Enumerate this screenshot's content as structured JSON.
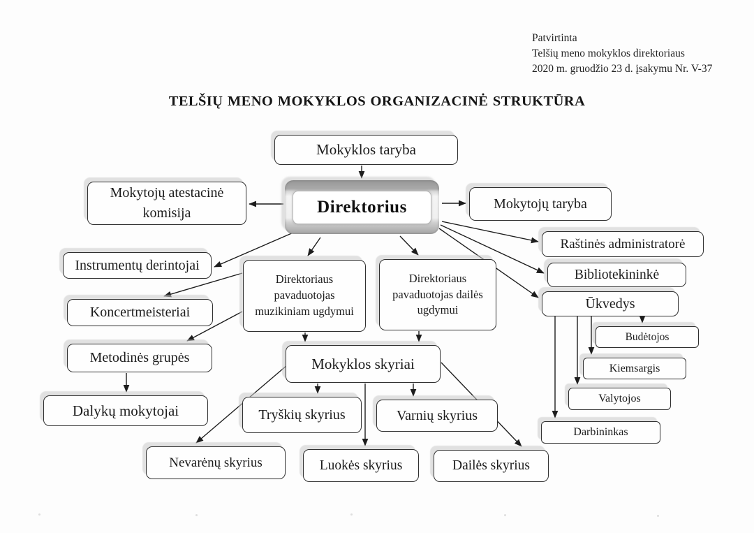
{
  "approval": {
    "line1": "Patvirtinta",
    "line2": "Telšių meno mokyklos direktoriaus",
    "line3": "2020 m. gruodžio 23 d. įsakymu Nr. V-37"
  },
  "title": "TELŠIŲ MENO MOKYKLOS ORGANIZACINĖ STRUKTŪRA",
  "nodes": {
    "mokyklos_taryba": {
      "label": "Mokyklos taryba"
    },
    "direktorius": {
      "label": "Direktorius"
    },
    "mokytoju_atestacine_komisija": {
      "label": "Mokytojų atestacinė komisija"
    },
    "mokytoju_taryba": {
      "label": "Mokytojų taryba"
    },
    "instrumentu_derintojai": {
      "label": "Instrumentų derintojai"
    },
    "rastines_administratore": {
      "label": "Raštinės administratorė"
    },
    "bibliotekininke": {
      "label": "Bibliotekininkė"
    },
    "ukvedys": {
      "label": "Ūkvedys"
    },
    "pavaduotojas_muzikiniam": {
      "label": "Direktoriaus pavaduotojas muzikiniam ugdymui"
    },
    "pavaduotojas_dailes": {
      "label": "Direktoriaus pavaduotojas dailės ugdymui"
    },
    "koncertmeisteriai": {
      "label": "Koncertmeisteriai"
    },
    "metodines_grupes": {
      "label": "Metodinės grupės"
    },
    "dalyku_mokytojai": {
      "label": "Dalykų mokytojai"
    },
    "mokyklos_skyriai": {
      "label": "Mokyklos skyriai"
    },
    "tryskiu_skyrius": {
      "label": "Tryškių skyrius"
    },
    "varniu_skyrius": {
      "label": "Varnių skyrius"
    },
    "budetojos": {
      "label": "Budėtojos"
    },
    "kiemsargis": {
      "label": "Kiemsargis"
    },
    "valytojos": {
      "label": "Valytojos"
    },
    "darbininkas": {
      "label": "Darbininkas"
    },
    "nevarenu_skyrius": {
      "label": "Nevarėnų skyrius"
    },
    "luokes_skyrius": {
      "label": "Luokės skyrius"
    },
    "dailes_skyrius": {
      "label": "Dailės skyrius"
    }
  },
  "colors": {
    "line": "#1d1d1d",
    "box_border": "#303030",
    "box_fill": "#fefefe",
    "shadow": "#cbcbcb",
    "bevel_dark": "#979797",
    "bevel_light": "#f4f4f4"
  }
}
